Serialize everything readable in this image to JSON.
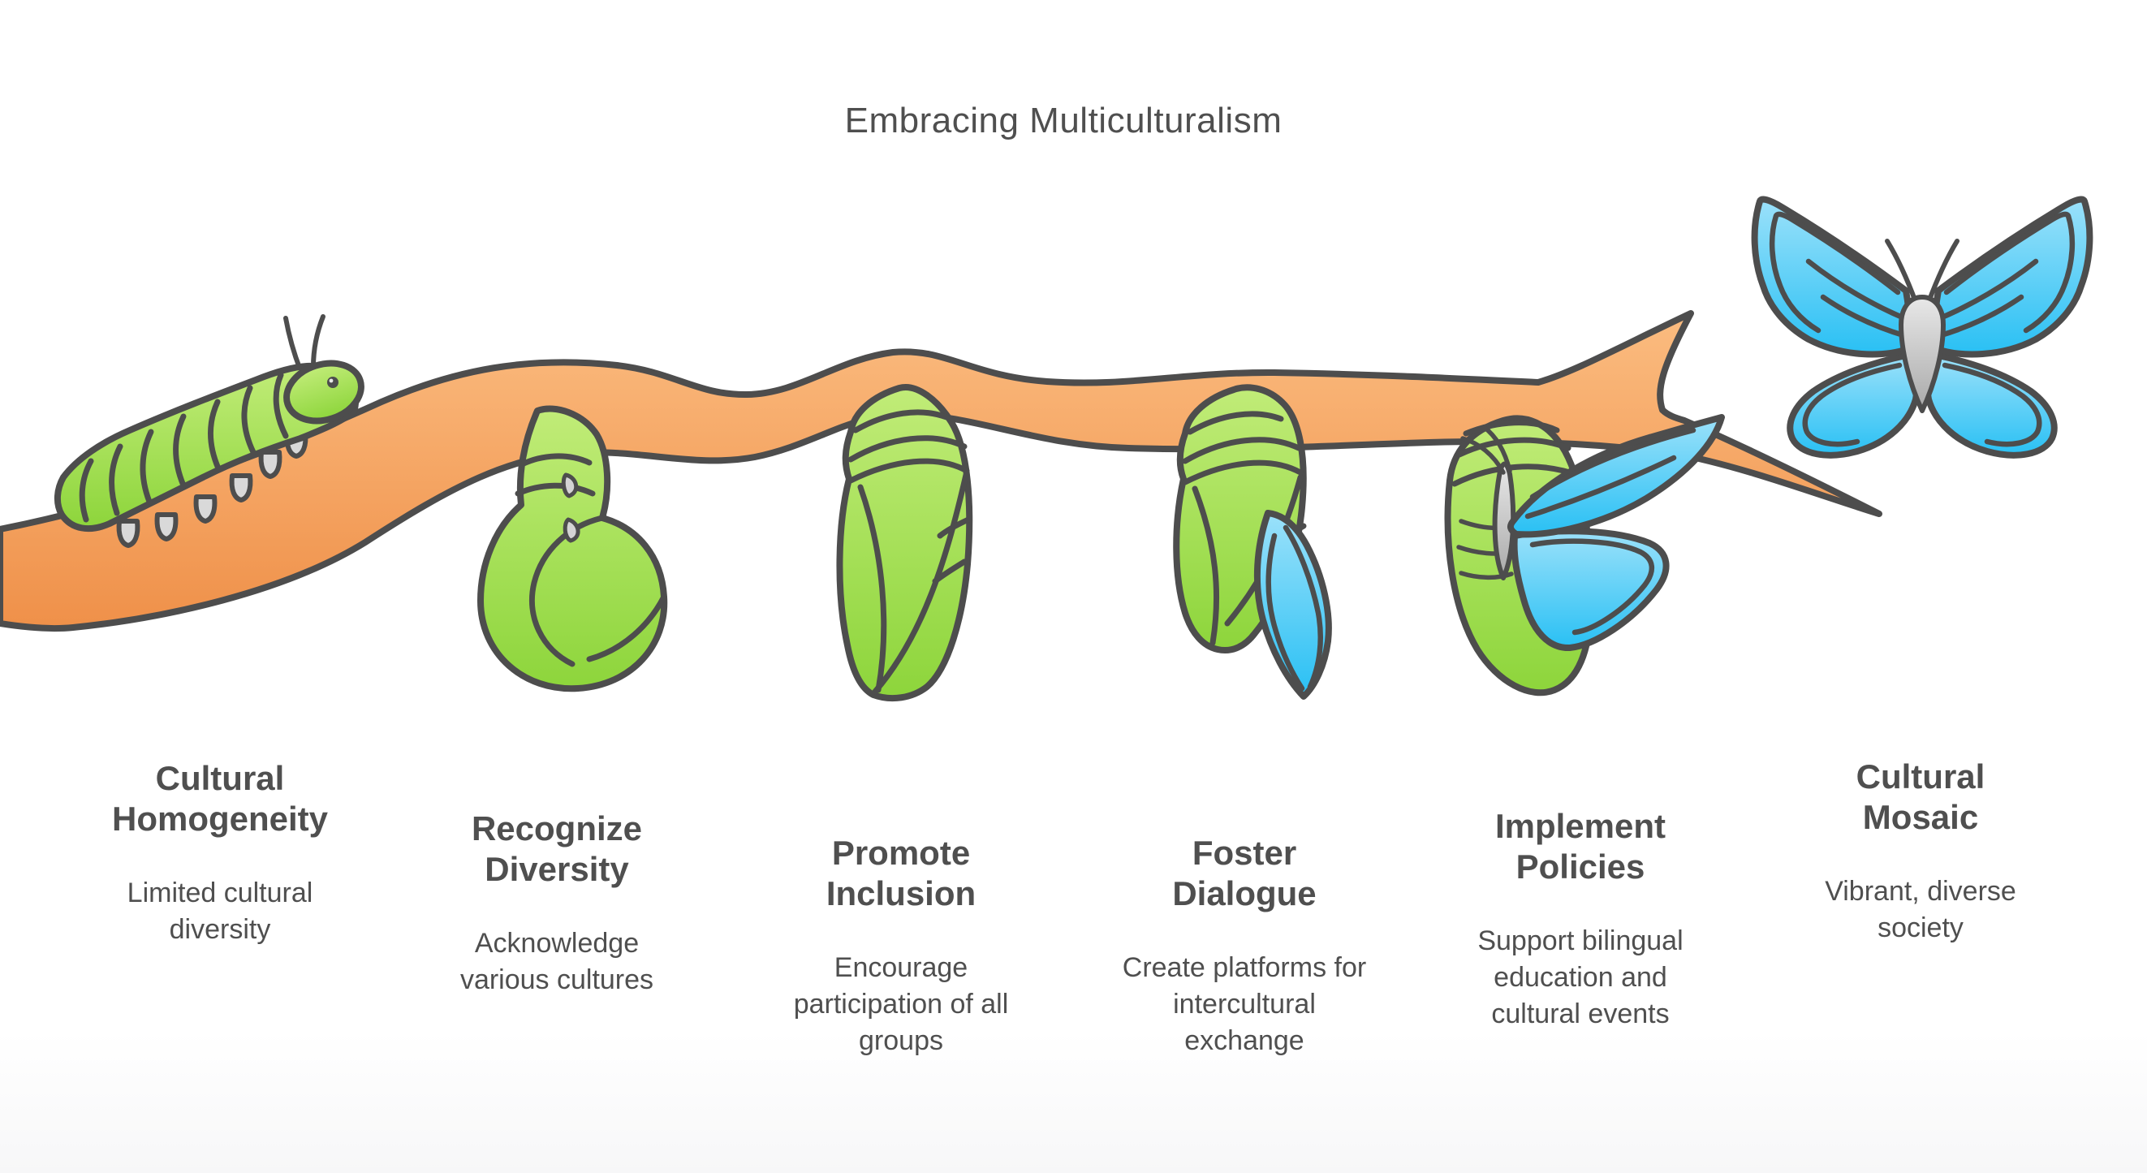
{
  "title": "Embracing Multiculturalism",
  "colors": {
    "outline": "#4d4d4d",
    "text": "#4f4f4f",
    "branch_light": "#fbb87a",
    "branch_dark": "#ef9049",
    "green_light": "#bdeb72",
    "green_dark": "#8dd53b",
    "blue_light": "#96dff9",
    "blue_dark": "#29c0f4",
    "body_gray_light": "#e8e8e8",
    "body_gray_dark": "#aaaaaa",
    "background": "#ffffff"
  },
  "stages": [
    {
      "id": "cultural-homogeneity",
      "icon": "caterpillar-icon",
      "title": "Cultural\nHomogeneity",
      "subtitle": "Limited cultural\ndiversity"
    },
    {
      "id": "recognize-diversity",
      "icon": "curled-caterpillar-icon",
      "title": "Recognize\nDiversity",
      "subtitle": "Acknowledge\nvarious cultures"
    },
    {
      "id": "promote-inclusion",
      "icon": "chrysalis-icon",
      "title": "Promote\nInclusion",
      "subtitle": "Encourage\nparticipation of all\ngroups"
    },
    {
      "id": "foster-dialogue",
      "icon": "chrysalis-wing-emerging-icon",
      "title": "Foster\nDialogue",
      "subtitle": "Create platforms for\nintercultural\nexchange"
    },
    {
      "id": "implement-policies",
      "icon": "emerging-butterfly-icon",
      "title": "Implement\nPolicies",
      "subtitle": "Support bilingual\neducation and\ncultural events"
    },
    {
      "id": "cultural-mosaic",
      "icon": "butterfly-icon",
      "title": "Cultural\nMosaic",
      "subtitle": "Vibrant, diverse\nsociety"
    }
  ]
}
